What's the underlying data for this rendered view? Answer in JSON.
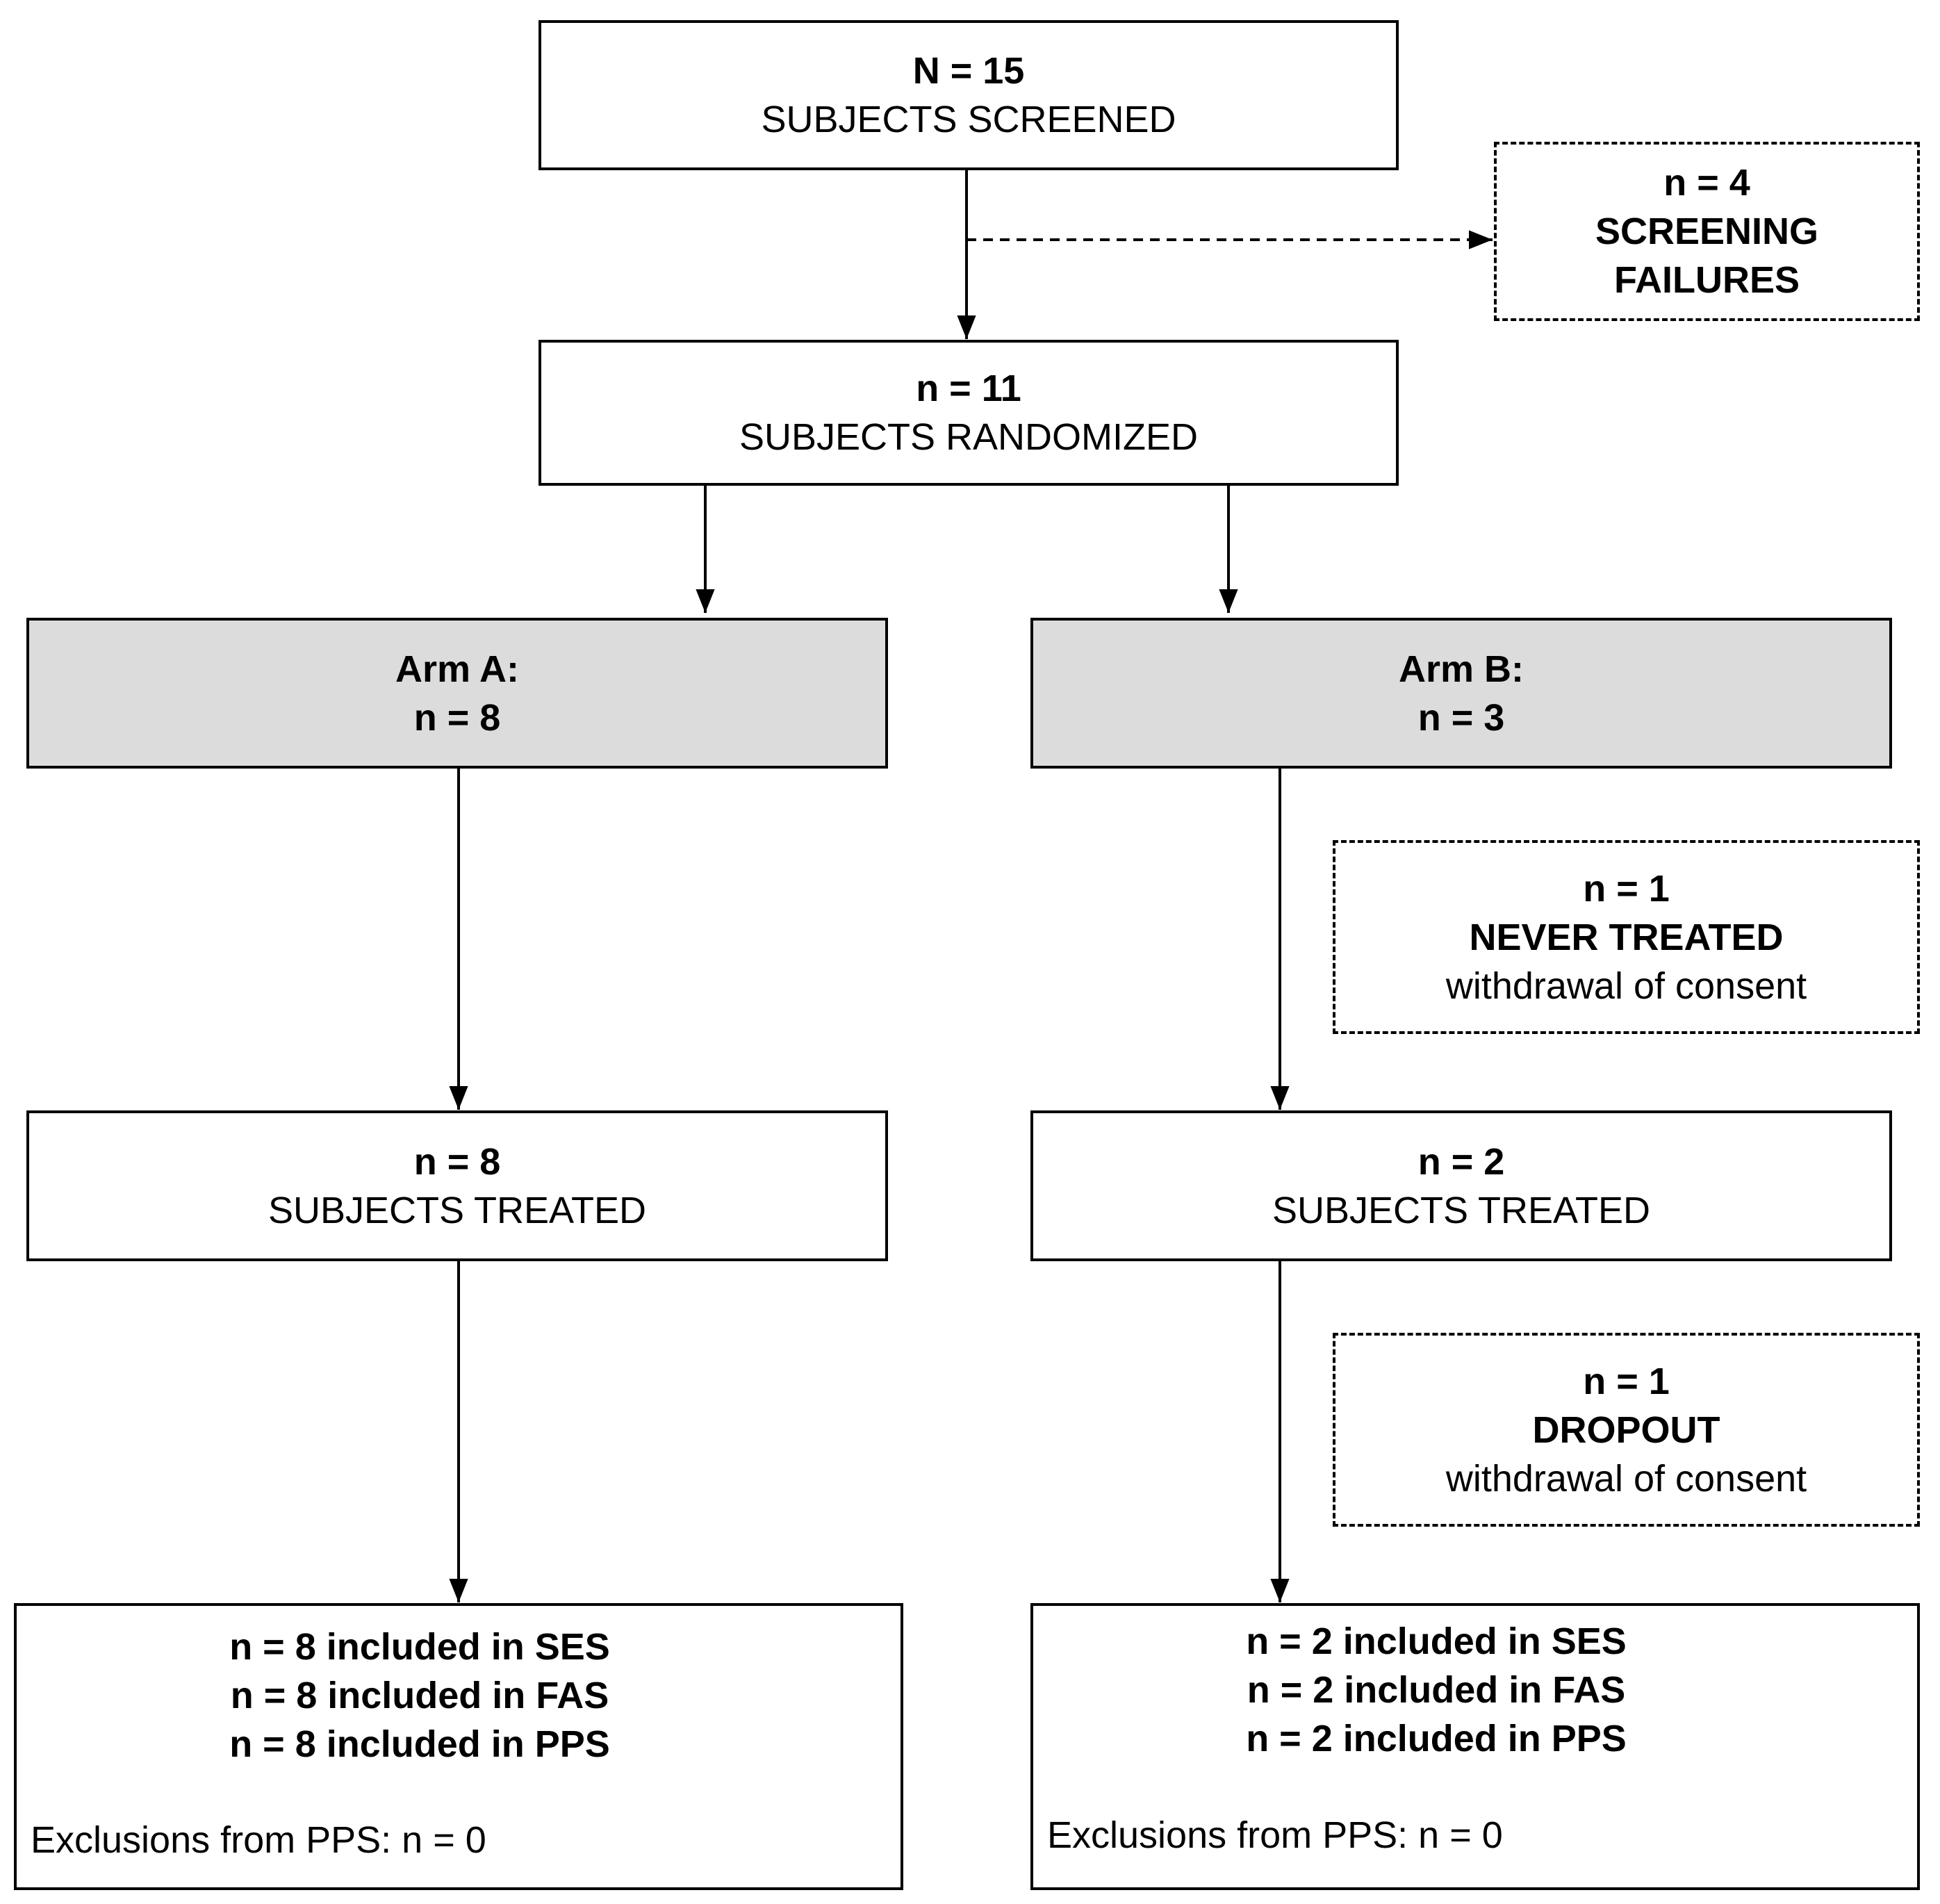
{
  "screened": {
    "count": "N = 15",
    "label": "SUBJECTS SCREENED"
  },
  "screening_failures": {
    "count": "n = 4",
    "label_line1": "SCREENING",
    "label_line2": "FAILURES"
  },
  "randomized": {
    "count": "n = 11",
    "label": "SUBJECTS RANDOMIZED"
  },
  "arm_a": {
    "title": "Arm A:",
    "count": "n = 8",
    "treated": {
      "count": "n = 8",
      "label": "SUBJECTS TREATED"
    },
    "analysis": {
      "lines": [
        "n = 8 included in SES",
        "n = 8 included in FAS",
        "n = 8 included in PPS"
      ],
      "exclusions": "Exclusions from PPS: n = 0"
    }
  },
  "arm_b": {
    "title": "Arm B:",
    "count": "n = 3",
    "never_treated": {
      "count": "n = 1",
      "label": "NEVER TREATED",
      "reason": "withdrawal of consent"
    },
    "treated": {
      "count": "n = 2",
      "label": "SUBJECTS TREATED"
    },
    "dropout": {
      "count": "n = 1",
      "label": "DROPOUT",
      "reason": "withdrawal of consent"
    },
    "analysis": {
      "lines": [
        "n = 2 included in SES",
        "n = 2 included in FAS",
        "n = 2 included in PPS"
      ],
      "exclusions": "Exclusions from PPS: n = 0"
    }
  }
}
